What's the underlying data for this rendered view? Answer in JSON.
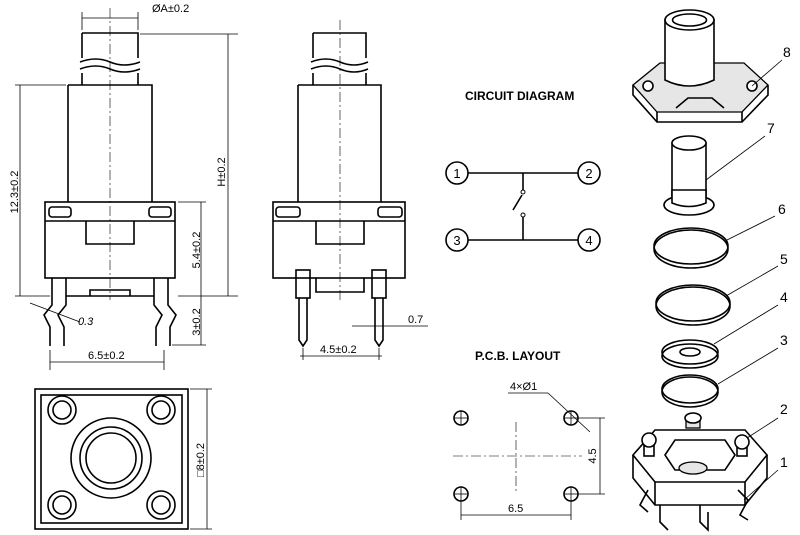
{
  "dimensions": {
    "diameter_a": "ØA±0.2",
    "height_total": "12.3±0.2",
    "height_h": "H±0.2",
    "body_height": "5.4±0.2",
    "pin_length": "3±0.2",
    "pin_width": "0.3",
    "pin_spacing_side": "6.5±0.2",
    "pin_spacing_front": "4.5±0.2",
    "pin_thickness": "0.7",
    "body_square": "□8±0.2"
  },
  "circuit": {
    "title": "CIRCUIT DIAGRAM",
    "terminals": [
      "1",
      "2",
      "3",
      "4"
    ]
  },
  "pcb": {
    "title": "P.C.B. LAYOUT",
    "holes": "4×Ø1",
    "spacing_y": "4.5",
    "spacing_x": "6.5"
  },
  "parts": {
    "callouts": [
      "8",
      "7",
      "6",
      "5",
      "4",
      "3",
      "2",
      "1"
    ]
  },
  "colors": {
    "line": "#000000",
    "background": "#ffffff"
  }
}
